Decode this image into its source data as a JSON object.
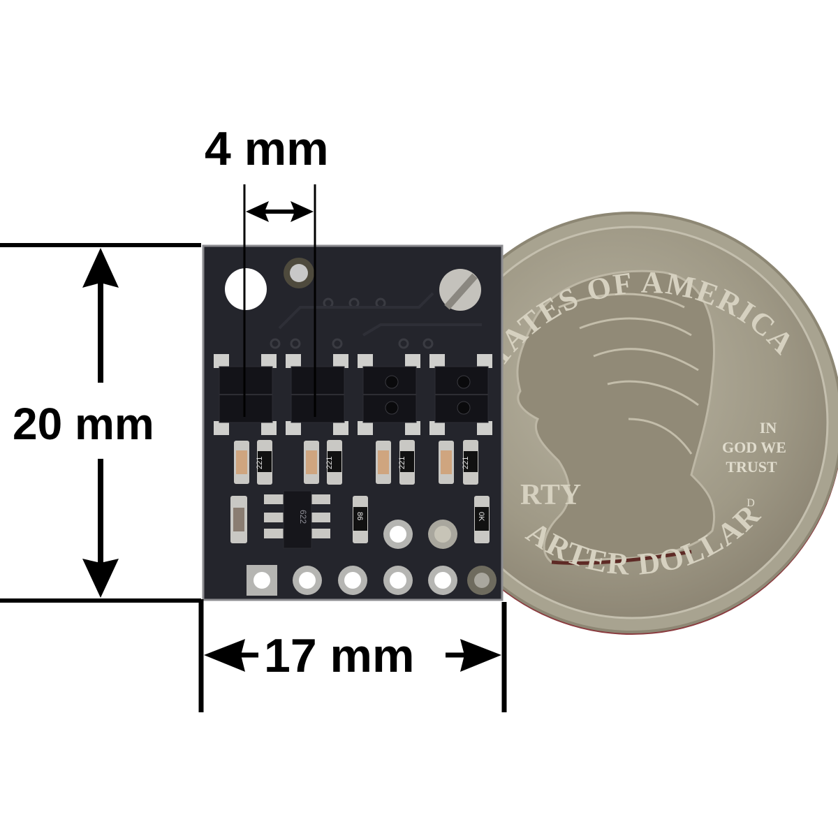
{
  "figure": {
    "subject": "Reflectance sensor array board shown next to a US quarter for scale",
    "colors": {
      "background": "#ffffff",
      "pcb": "#24252c",
      "pad": "#c9c9c6",
      "coin": "#a29c8a",
      "dimension_lines": "#000000"
    }
  },
  "dimensions": {
    "spacing": {
      "label": "4 mm"
    },
    "height": {
      "label": "20 mm"
    },
    "width": {
      "label": "17 mm"
    }
  },
  "board": {
    "sensor_count": 4,
    "resistor_markings": [
      "221",
      "221",
      "221",
      "221"
    ],
    "ic_marking": "622",
    "resistor_a_marking": "86",
    "resistor_b_marking": "0K",
    "header_pins": 6
  },
  "coin": {
    "top_inscription": "STATES OF AMERICA",
    "motto_line1": "IN",
    "motto_line2": "GOD WE",
    "motto_line3": "TRUST",
    "left_inscription": "RTY",
    "bottom_inscription": "ARTER DOLLAR",
    "mint_mark": "D"
  }
}
